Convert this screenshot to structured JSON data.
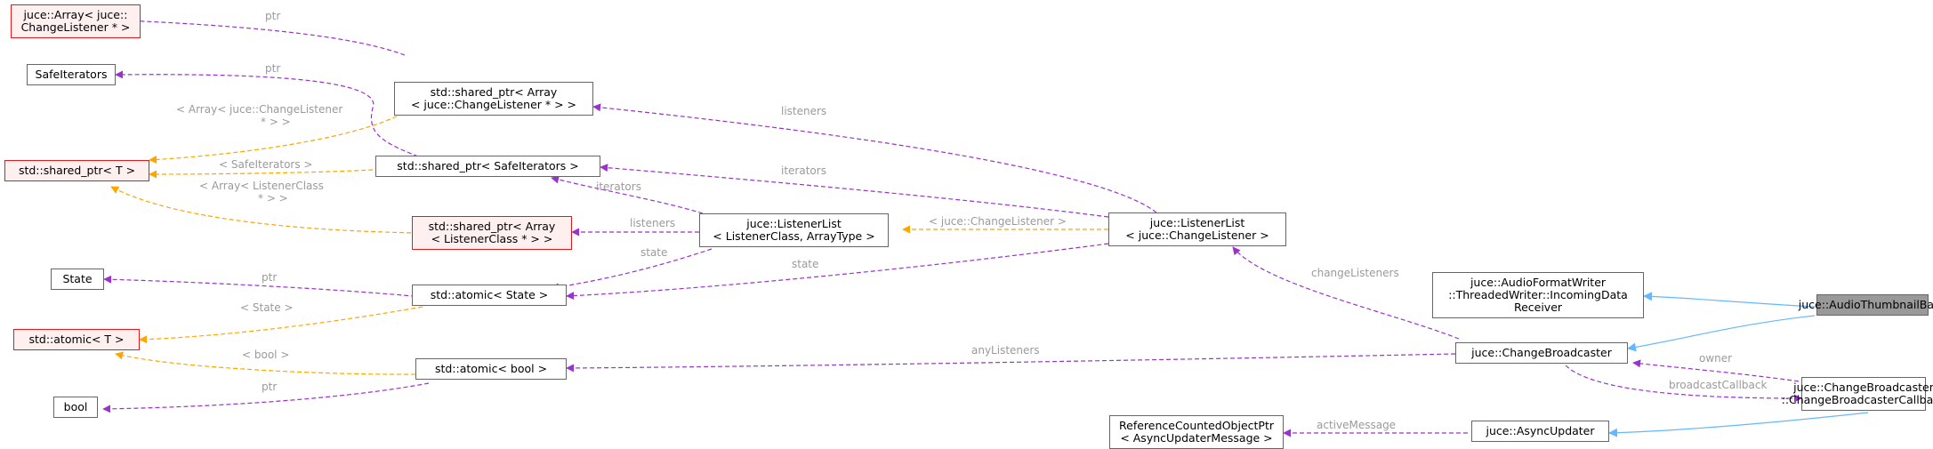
{
  "colors": {
    "usage": "#9a32cd",
    "template": "#ffa500",
    "inherit": "#63b8ff",
    "incomplete_border": "#e31a1c",
    "label": "#9a9a9a"
  },
  "nodes": [
    {
      "id": "array_cl",
      "label": "juce::Array< juce::\nChangeListener * >",
      "style": "red"
    },
    {
      "id": "safe_iterators",
      "label": "SafeIterators",
      "style": "normal"
    },
    {
      "id": "shared_ptr_t",
      "label": "std::shared_ptr< T >",
      "style": "red"
    },
    {
      "id": "state",
      "label": "State",
      "style": "normal"
    },
    {
      "id": "atomic_t",
      "label": "std::atomic< T >",
      "style": "red"
    },
    {
      "id": "bool",
      "label": "bool",
      "style": "normal"
    },
    {
      "id": "sp_array_cl",
      "label": "std::shared_ptr< Array\n< juce::ChangeListener * > >",
      "style": "normal"
    },
    {
      "id": "sp_safeit",
      "label": "std::shared_ptr< SafeIterators >",
      "style": "normal"
    },
    {
      "id": "sp_array_lc",
      "label": "std::shared_ptr< Array\n< ListenerClass * > >",
      "style": "red"
    },
    {
      "id": "atomic_state",
      "label": "std::atomic< State >",
      "style": "normal"
    },
    {
      "id": "atomic_bool",
      "label": "std::atomic< bool >",
      "style": "normal"
    },
    {
      "id": "listenerlist_t",
      "label": "juce::ListenerList\n< ListenerClass, ArrayType >",
      "style": "normal"
    },
    {
      "id": "listenerlist_cl",
      "label": "juce::ListenerList\n< juce::ChangeListener >",
      "style": "normal"
    },
    {
      "id": "refcounted",
      "label": "ReferenceCountedObjectPtr\n< AsyncUpdaterMessage >",
      "style": "normal"
    },
    {
      "id": "afw",
      "label": "juce::AudioFormatWriter\n::ThreadedWriter::IncomingData\nReceiver",
      "style": "normal"
    },
    {
      "id": "changebroadcaster",
      "label": "juce::ChangeBroadcaster",
      "style": "normal"
    },
    {
      "id": "asyncupdater",
      "label": "juce::AsyncUpdater",
      "style": "normal"
    },
    {
      "id": "cbcallback",
      "label": "juce::ChangeBroadcaster\n::ChangeBroadcasterCallback",
      "style": "normal"
    },
    {
      "id": "audiothumb",
      "label": "juce::AudioThumbnailBase",
      "style": "current"
    }
  ],
  "edges": [
    {
      "id": "e1",
      "kind": "usage",
      "label": "ptr",
      "from": "sp_array_cl",
      "to": "array_cl"
    },
    {
      "id": "e2",
      "kind": "usage",
      "label": "ptr",
      "from": "sp_safeit",
      "to": "safe_iterators"
    },
    {
      "id": "e3",
      "kind": "template",
      "label": "< Array< juce::ChangeListener\n * > >",
      "from": "sp_array_cl",
      "to": "shared_ptr_t"
    },
    {
      "id": "e4",
      "kind": "template",
      "label": "< SafeIterators >",
      "from": "sp_safeit",
      "to": "shared_ptr_t"
    },
    {
      "id": "e5",
      "kind": "template",
      "label": "< Array< ListenerClass\n * > >",
      "from": "sp_array_lc",
      "to": "shared_ptr_t"
    },
    {
      "id": "e6",
      "kind": "usage",
      "label": "ptr",
      "from": "atomic_state",
      "to": "state"
    },
    {
      "id": "e7",
      "kind": "template",
      "label": "< State >",
      "from": "atomic_state",
      "to": "atomic_t"
    },
    {
      "id": "e8",
      "kind": "template",
      "label": "< bool >",
      "from": "atomic_bool",
      "to": "atomic_t"
    },
    {
      "id": "e9",
      "kind": "usage",
      "label": "ptr",
      "from": "atomic_bool",
      "to": "bool"
    },
    {
      "id": "e10",
      "kind": "usage",
      "label": "listeners",
      "from": "listenerlist_cl",
      "to": "sp_array_cl"
    },
    {
      "id": "e11",
      "kind": "usage",
      "label": "iterators",
      "from": "listenerlist_cl",
      "to": "sp_safeit"
    },
    {
      "id": "e12",
      "kind": "usage",
      "label": "iterators",
      "from": "listenerlist_t",
      "to": "sp_safeit"
    },
    {
      "id": "e13",
      "kind": "usage",
      "label": "listeners",
      "from": "listenerlist_t",
      "to": "sp_array_lc"
    },
    {
      "id": "e14",
      "kind": "usage",
      "label": "state",
      "from": "listenerlist_t",
      "to": "atomic_state"
    },
    {
      "id": "e15",
      "kind": "template",
      "label": "< juce::ChangeListener >",
      "from": "listenerlist_cl",
      "to": "listenerlist_t"
    },
    {
      "id": "e16",
      "kind": "usage",
      "label": "state",
      "from": "listenerlist_cl",
      "to": "atomic_state"
    },
    {
      "id": "e17",
      "kind": "usage",
      "label": "changeListeners",
      "from": "changebroadcaster",
      "to": "listenerlist_cl"
    },
    {
      "id": "e18",
      "kind": "usage",
      "label": "anyListeners",
      "from": "changebroadcaster",
      "to": "atomic_bool"
    },
    {
      "id": "e19",
      "kind": "inherit",
      "label": "",
      "from": "audiothumb",
      "to": "afw"
    },
    {
      "id": "e20",
      "kind": "inherit",
      "label": "",
      "from": "audiothumb",
      "to": "changebroadcaster"
    },
    {
      "id": "e21",
      "kind": "usage",
      "label": "owner",
      "from": "cbcallback",
      "to": "changebroadcaster"
    },
    {
      "id": "e22",
      "kind": "usage",
      "label": "broadcastCallback",
      "from": "changebroadcaster",
      "to": "cbcallback"
    },
    {
      "id": "e23",
      "kind": "inherit",
      "label": "",
      "from": "cbcallback",
      "to": "asyncupdater"
    },
    {
      "id": "e24",
      "kind": "usage",
      "label": "activeMessage",
      "from": "asyncupdater",
      "to": "refcounted"
    }
  ]
}
